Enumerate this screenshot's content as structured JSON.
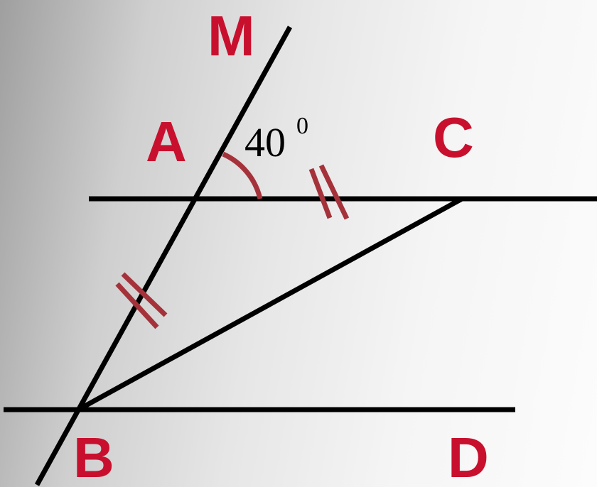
{
  "points": {
    "M": "M",
    "A": "A",
    "C": "C",
    "B": "B",
    "D": "D"
  },
  "angle": {
    "value": "40",
    "unit_sup": "0"
  },
  "colors": {
    "label": "#c8102e",
    "line": "#000000",
    "mark": "#a5323a"
  },
  "marks": {
    "equal_segments": [
      "AB",
      "AC"
    ],
    "angle_marked": "MAC"
  }
}
